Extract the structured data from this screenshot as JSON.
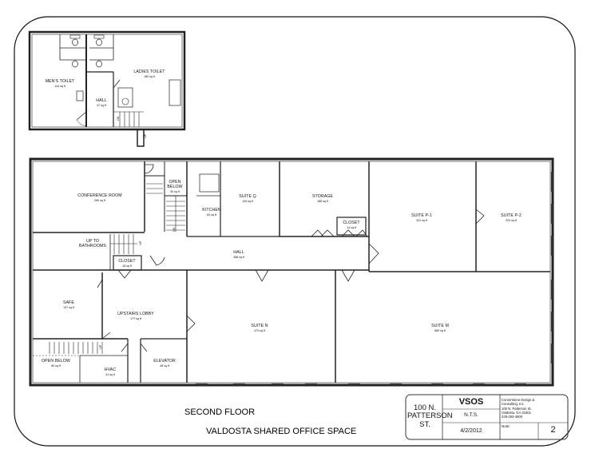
{
  "drawing": {
    "title": "SECOND FLOOR",
    "project": "VALDOSTA SHARED OFFICE SPACE"
  },
  "rooms": {
    "mens_toilet": {
      "name": "MEN'S TOILET",
      "area": "144 sq ft"
    },
    "ladies_toilet": {
      "name": "LADIES TOILET",
      "area": "180 sq ft"
    },
    "upper_hall": {
      "name": "HALL",
      "area": "47 sq ft"
    },
    "conference_room": {
      "name": "CONFERENCE ROOM",
      "area": "280 sq ft"
    },
    "open_below_top": {
      "name": "OPEN BELOW",
      "area": "40 sq ft"
    },
    "suite_q": {
      "name": "SUITE Q",
      "area": "139 sq ft"
    },
    "kitchen": {
      "name": "KITCHEN",
      "area": "84 sq ft"
    },
    "storage": {
      "name": "STORAGE",
      "area": "188 sq ft"
    },
    "closet_storage": {
      "name": "CLOSET",
      "area": "14 sq ft"
    },
    "suite_p1": {
      "name": "SUITE P-1",
      "area": "331 sq ft"
    },
    "suite_p2": {
      "name": "SUITE P-2",
      "area": "203 sq ft"
    },
    "up_to_bathrooms": {
      "name": "UP TO BATHROOMS"
    },
    "closet_west": {
      "name": "CLOSET",
      "area": "18 sq ft"
    },
    "hall": {
      "name": "HALL",
      "area": "388 sq ft"
    },
    "safe": {
      "name": "SAFE",
      "area": "137 sq ft"
    },
    "upstairs_lobby": {
      "name": "UPSTAIRS LOBBY",
      "area": "177 sq ft"
    },
    "suite_n": {
      "name": "SUITE N",
      "area": "470 sq ft"
    },
    "suite_m": {
      "name": "SUITE M",
      "area": "880 sq ft"
    },
    "open_below_bottom": {
      "name": "OPEN BELOW",
      "area": "80 sq ft"
    },
    "hvac": {
      "name": "HVAC",
      "area": "41 sq ft"
    },
    "elevator": {
      "name": "ELEVATOR",
      "area": "48 sq ft"
    }
  },
  "stair_marks": [
    "UP",
    "DN",
    "UP",
    "DN",
    "UP"
  ],
  "title_block": {
    "address": "100 N. PATTERSON ST.",
    "code": "VSOS",
    "scale": "N.T.S.",
    "date": "4/2/2012",
    "note_label": "Note:",
    "sheet": "2",
    "firm_line1": "Cornerstone Design &",
    "firm_line2": "Consulting, Inc.",
    "firm_line3": "100 N. Patterson St.",
    "firm_line4": "Valdosta, GA 31601",
    "firm_line5": "229-253-4600"
  }
}
